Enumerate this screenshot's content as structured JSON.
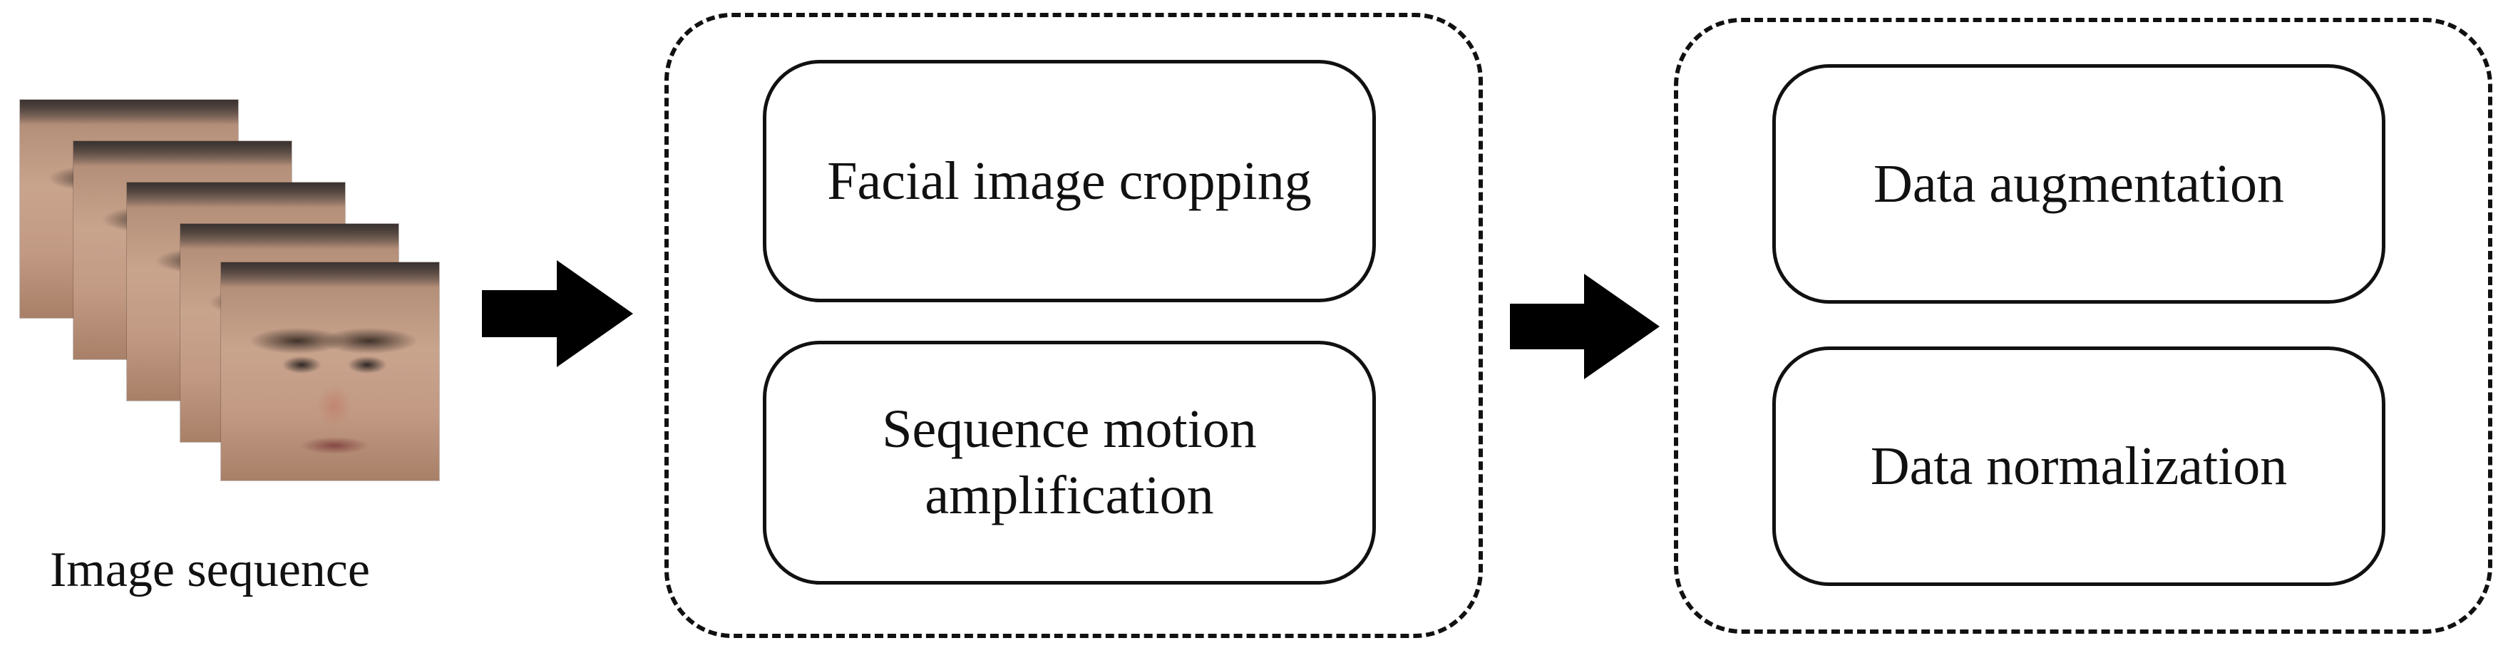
{
  "input": {
    "caption": "Image sequence",
    "frame_count": 5
  },
  "group1": {
    "boxes": [
      {
        "label": "Facial image cropping"
      },
      {
        "label": "Sequence motion\namplification"
      }
    ]
  },
  "group2": {
    "boxes": [
      {
        "label": "Data augmentation"
      },
      {
        "label": "Data normalization"
      }
    ]
  },
  "colors": {
    "stroke": "#111111",
    "arrow": "#000000",
    "background": "#ffffff"
  }
}
